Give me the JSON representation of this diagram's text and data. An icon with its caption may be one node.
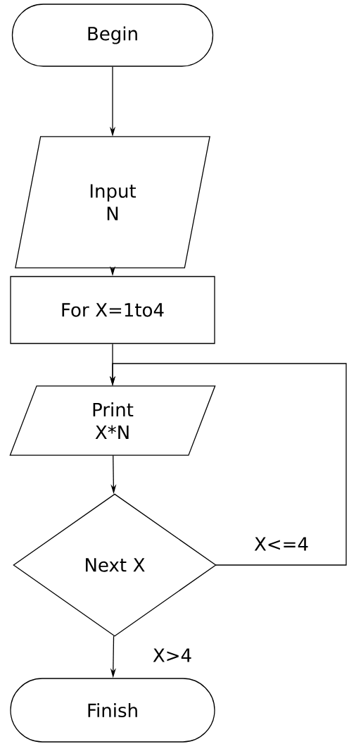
{
  "diagram": {
    "nodes": [
      {
        "text": [
          "Begin"
        ]
      },
      {
        "text": [
          "Input N"
        ]
      },
      {
        "text": [
          "For X=1to4"
        ]
      },
      {
        "text": [
          "Print X*N"
        ]
      },
      {
        "text": [
          "Next X"
        ]
      },
      {
        "text": [
          "Finish"
        ]
      }
    ],
    "edges": [
      {
        "from": 0,
        "to": 1,
        "arrow": "to"
      },
      {
        "from": 1,
        "to": 2,
        "arrow": "to"
      },
      {
        "from": 2,
        "to": 3,
        "arrow": "to"
      },
      {
        "from": 3,
        "to": 4,
        "arrow": "to"
      },
      {
        "from": 4,
        "to": 3,
        "arrow": "to",
        "label": "X<=4"
      },
      {
        "from": 4,
        "to": 5,
        "arrow": "to",
        "label": "X>4"
      }
    ]
  }
}
